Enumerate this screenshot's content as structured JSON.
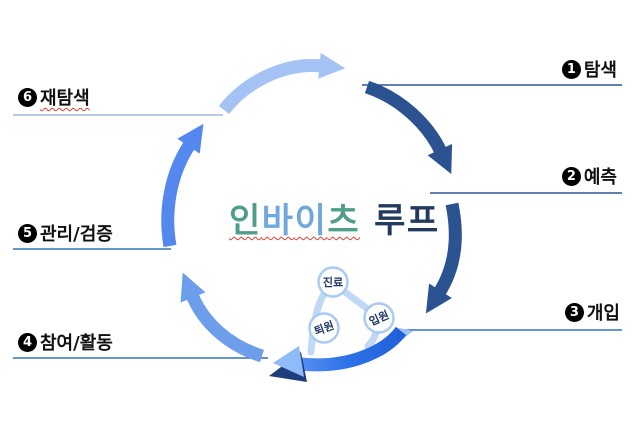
{
  "title": {
    "word1": [
      "인",
      "바",
      "이",
      "츠"
    ],
    "word2": "루프"
  },
  "labels": [
    {
      "num": "1",
      "text": "탐색"
    },
    {
      "num": "2",
      "text": "예측"
    },
    {
      "num": "3",
      "text": "개입"
    },
    {
      "num": "4",
      "text": "참여/활동"
    },
    {
      "num": "5",
      "text": "관리/검증"
    },
    {
      "num": "6",
      "text": "재탐색"
    }
  ],
  "cycle_nodes": [
    "진료",
    "입원",
    "퇴원"
  ],
  "colors": {
    "arc_light": "#a4c2f4",
    "arc_navy": "#2b5291",
    "arc_royal_start": "#1f5fd8",
    "arc_royal_end": "#5e97f3",
    "arc_cornflower": "#6d9eeb",
    "arc_cornflower2": "#5588ee",
    "node_border": "#a9cbf3",
    "node_text": "#1f3864",
    "node_link": "#bfd9f6",
    "rule_navy": "#2f5597",
    "rule_blue": "#2e75b6",
    "rule_bright": "#2e74c8",
    "rule_steel": "#9fb9d9",
    "title_teal": "#4f9e8c",
    "title_blue": "#6fa8dc",
    "title_navy": "#24395e",
    "squiggle_red": "#e03c31"
  }
}
